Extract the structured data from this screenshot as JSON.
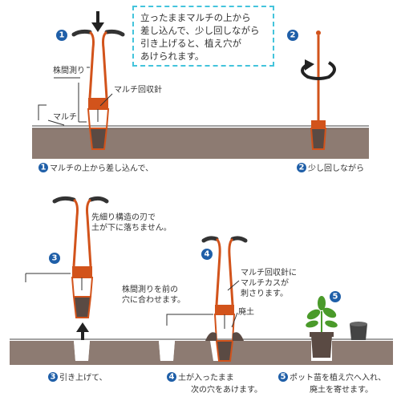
{
  "colors": {
    "soil": "#8d7b72",
    "soil_dark": "#6e5f57",
    "tool": "#d2531b",
    "grip": "#333333",
    "step_badge": "#1f5fa8",
    "note_border": "#44c4dc",
    "sprout": "#4a9a2a"
  },
  "note": {
    "lines": [
      "立ったままマルチの上から",
      "差し込んで、少し回しながら",
      "引き上げると、植え穴が",
      "あけられます。"
    ]
  },
  "steps": {
    "s1": {
      "num": "1",
      "caption": "マルチの上から差し込んで、"
    },
    "s2": {
      "num": "2",
      "caption": "少し回しながら"
    },
    "s3": {
      "num": "3",
      "caption": "引き上げて、"
    },
    "s4": {
      "num": "4",
      "caption": "土が入ったまま",
      "caption2": "次の穴をあけます。"
    },
    "s5": {
      "num": "5",
      "caption": "ポット苗を植え穴へ入れ、",
      "caption2": "廃土を寄せます。"
    }
  },
  "labels": {
    "kabuma": "株間測り",
    "mulch": "マルチ",
    "needle": "マルチ回収針",
    "taper1": "先細り構造の刃で",
    "taper2": "土が下に落ちません。",
    "align1": "株間測りを前の",
    "align2": "穴に合わせます。",
    "needle_catch1": "マルチ回収針に",
    "needle_catch2": "マルチカスが",
    "needle_catch3": "刺さります。",
    "waste_soil": "廃土"
  }
}
